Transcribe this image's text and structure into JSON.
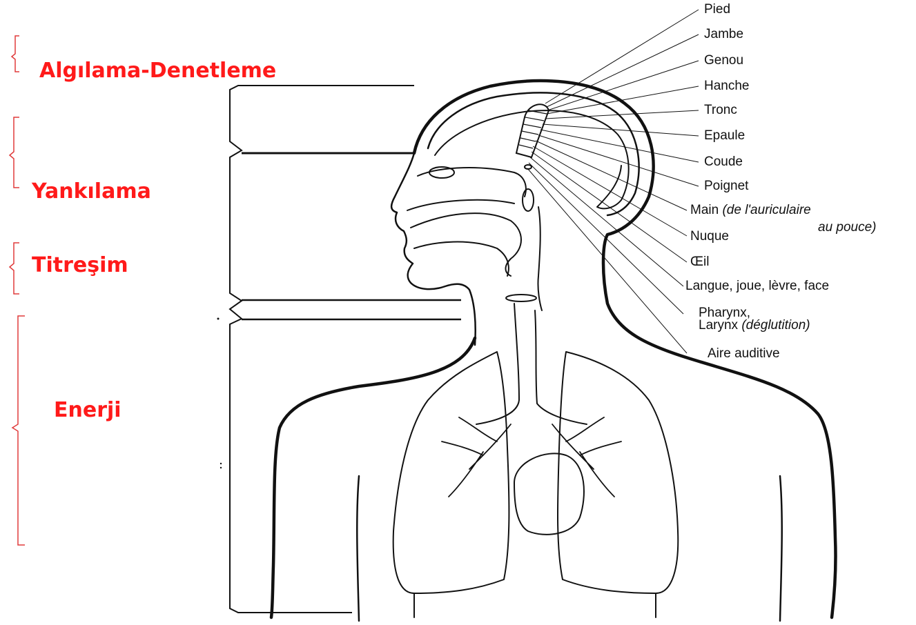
{
  "zones": [
    {
      "id": "algilama",
      "label": "Algılama-Denetleme"
    },
    {
      "id": "yankilama",
      "label": "Yankılama"
    },
    {
      "id": "titresim",
      "label": "Titreşim"
    },
    {
      "id": "enerji",
      "label": "Enerji"
    }
  ],
  "body_parts": [
    {
      "label": "Pied"
    },
    {
      "label": "Jambe"
    },
    {
      "label": "Genou"
    },
    {
      "label": "Hanche"
    },
    {
      "label": "Tronc"
    },
    {
      "label": "Epaule"
    },
    {
      "label": "Coude"
    },
    {
      "label": "Poignet"
    },
    {
      "label": "Main",
      "note_line1": "(de l'auriculaire",
      "note_line2": "au pouce)"
    },
    {
      "label": "Nuque"
    },
    {
      "label": "Œil"
    },
    {
      "label": "Langue, joue, lèvre, face"
    },
    {
      "label": "Pharynx,",
      "label_line2": "Larynx",
      "note": "(déglutition)"
    },
    {
      "label": "Aire auditive"
    }
  ],
  "colors": {
    "zone_label": "#ff1a1a",
    "zone_bracket": "#e03a3a",
    "line_art": "#111111",
    "background": "#ffffff"
  }
}
